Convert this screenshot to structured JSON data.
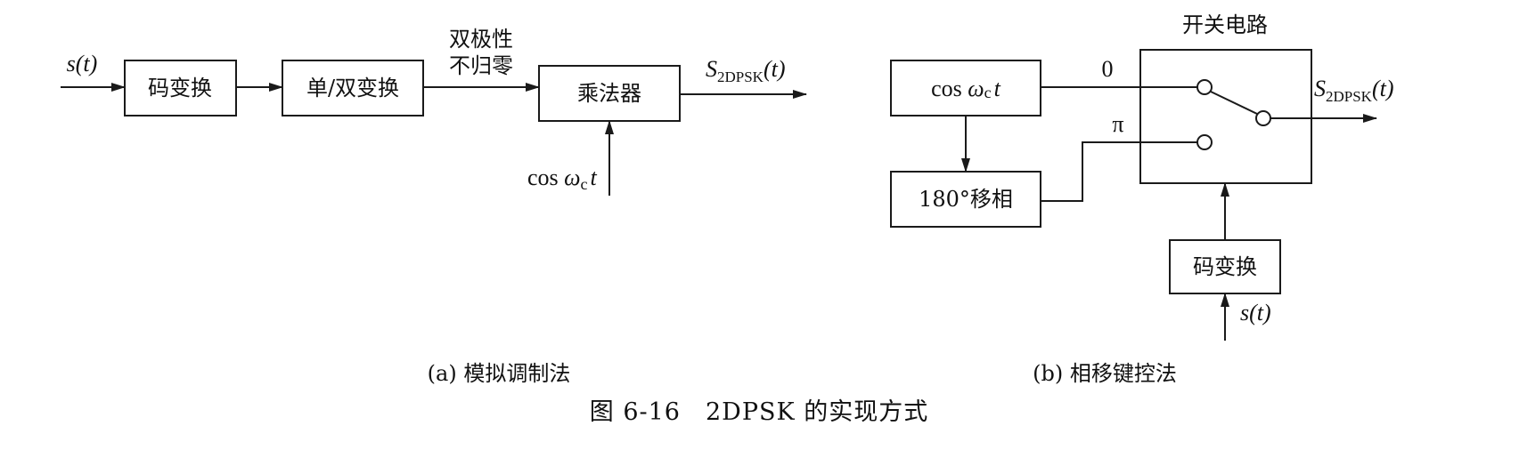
{
  "colors": {
    "ink": "#1a1a1a",
    "background": "#ffffff"
  },
  "diagram_a": {
    "input_label": "s(t)",
    "block_code_transform": "码变换",
    "block_uni_bipolar": "单/双变换",
    "mid_label_line1": "双极性",
    "mid_label_line2": "不归零",
    "block_multiplier": "乘法器",
    "output_label_main": "S",
    "output_label_sub": "2DPSK",
    "output_label_arg": "(t)",
    "carrier_label_cos": "cos ",
    "carrier_label_omega": "ω",
    "carrier_label_sub": "c",
    "carrier_label_t": "t",
    "caption": "(a) 模拟调制法"
  },
  "diagram_b": {
    "switch_title": "开关电路",
    "block_carrier_cos": "cos ",
    "block_carrier_omega": "ω",
    "block_carrier_sub": "c",
    "block_carrier_t": "t",
    "block_phase_shift": "180°移相",
    "label_zero": "0",
    "label_pi": "π",
    "output_label_main": "S",
    "output_label_sub": "2DPSK",
    "output_label_arg": "(t)",
    "block_code_transform": "码变换",
    "input_label": "s(t)",
    "caption": "(b) 相移键控法"
  },
  "figure_caption": "图 6-16　2DPSK 的实现方式"
}
